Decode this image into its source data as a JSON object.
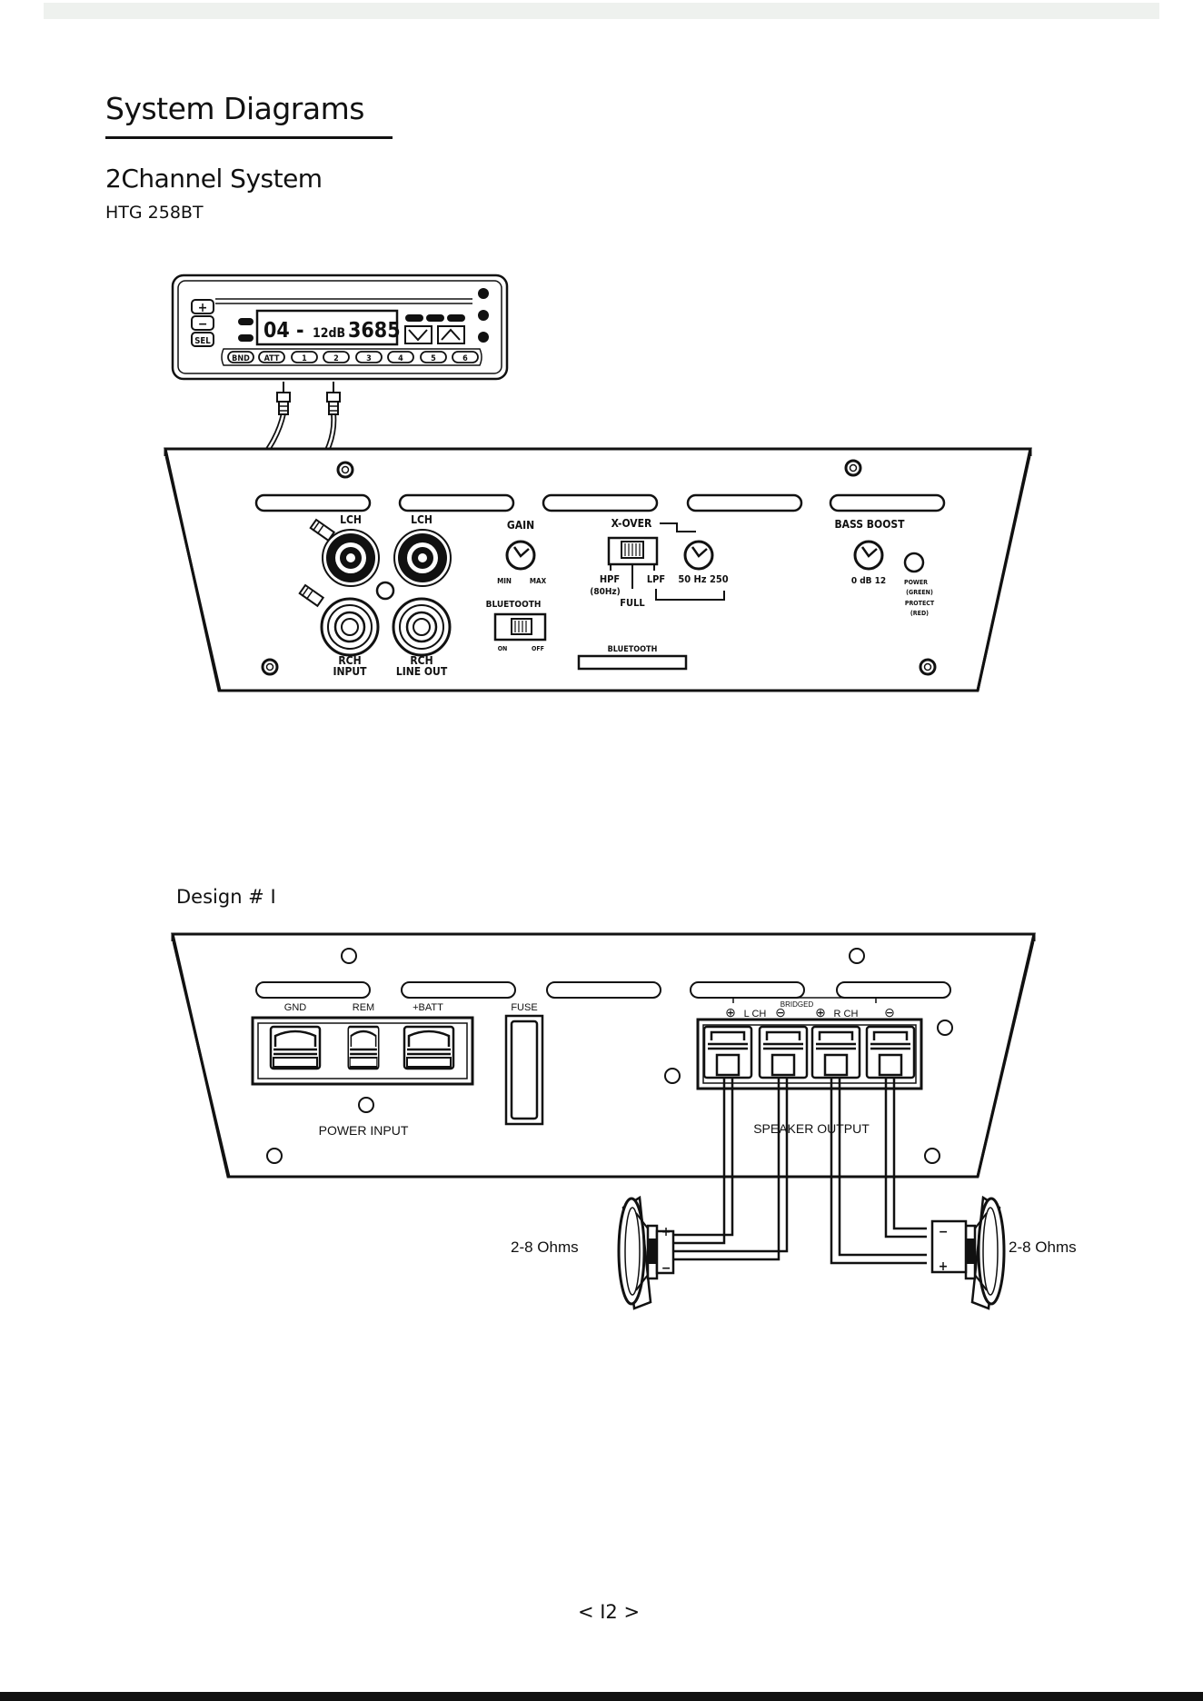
{
  "page": {
    "title": "System Diagrams",
    "subtitle": "2Channel System",
    "model": "HTG 258BT",
    "design_label": "Design # I",
    "page_number": "< I2 >"
  },
  "head_unit": {
    "display_text": "04 - 12dB 3685",
    "display_track": "04 -",
    "display_level": "12dB",
    "display_freq": "3685",
    "left_buttons": [
      "+",
      "−",
      "SEL"
    ],
    "preset_buttons": [
      "BND",
      "ATT",
      "1",
      "2",
      "3",
      "4",
      "5",
      "6"
    ]
  },
  "amp_top": {
    "lch_input": "LCH",
    "lch_line_out": "LCH",
    "rch_input_1": "RCH",
    "rch_input_2": "INPUT",
    "rch_line_out_1": "RCH",
    "rch_line_out_2": "LINE  OUT",
    "gain": "GAIN",
    "gain_min": "MIN",
    "gain_max": "MAX",
    "xover": "X-OVER",
    "hpf": "HPF",
    "hpf_freq": "(80Hz)",
    "full": "FULL",
    "lpf": "LPF",
    "xover_freq": "50  Hz  250",
    "bluetooth_switch": "BLUETOOTH",
    "switch_on": "ON",
    "switch_off": "OFF",
    "bluetooth_antenna": "BLUETOOTH",
    "bass_boost": "BASS BOOST",
    "bass_range": "0   dB  12",
    "led_1": "POWER",
    "led_2": "(GREEN)",
    "led_3": "PROTECT",
    "led_4": "(RED)"
  },
  "amp_bottom": {
    "gnd": "GND",
    "rem": "REM",
    "batt": "+BATT",
    "fuse": "FUSE",
    "bridged": "BRIDGED",
    "lch": "L CH",
    "rch": "R CH",
    "plus_symbol": "⊕",
    "minus_symbol": "⊖",
    "power_input": "POWER INPUT",
    "speaker_output": "SPEAKER OUTPUT",
    "speaker_left_ohms": "2-8 Ohms",
    "speaker_right_ohms": "2-8 Ohms",
    "speaker_plus": "+",
    "speaker_minus": "−"
  },
  "colors": {
    "ink": "#111111",
    "paper": "#ffffff",
    "band": "#eef1ee"
  }
}
